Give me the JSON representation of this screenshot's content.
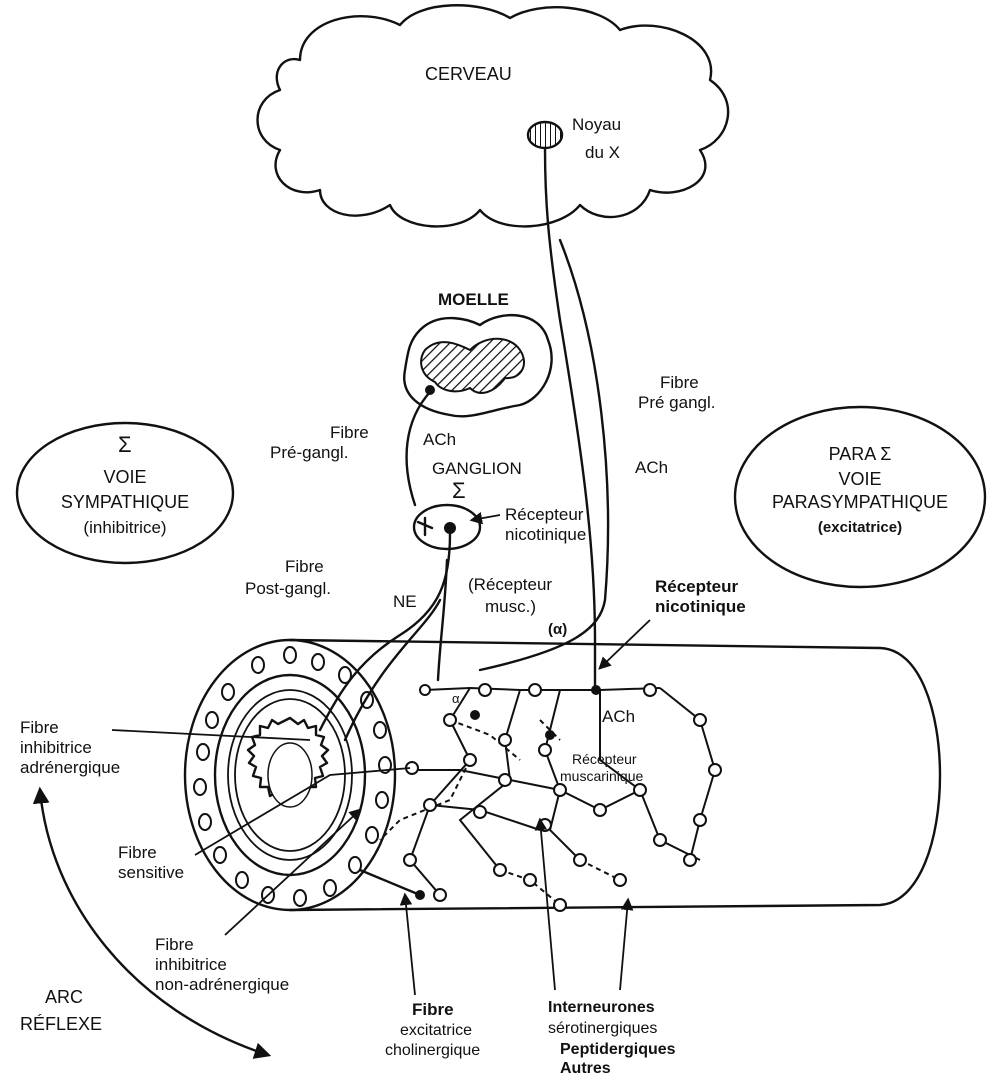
{
  "labels": {
    "cerveau": "CERVEAU",
    "noyau_line1": "Noyau",
    "noyau_line2": "du X",
    "moelle": "MOELLE",
    "fibre_pre_gangl_left_line1": "Fibre",
    "fibre_pre_gangl_left_line2": "Pré-gangl.",
    "ach_left": "ACh",
    "ganglion": "GANGLION",
    "recepteur_nicotinique_left_line1": "Récepteur",
    "recepteur_nicotinique_left_line2": "nicotinique",
    "fibre_post_gangl_line1": "Fibre",
    "fibre_post_gangl_line2": "Post-gangl.",
    "ne": "NE",
    "recepteur_musc_line1": "(Récepteur",
    "recepteur_musc_line2": "musc.)",
    "alpha_paren": "(α)",
    "alpha": "α",
    "fibre_pre_gangl_right_line1": "Fibre",
    "fibre_pre_gangl_right_line2": "Pré gangl.",
    "ach_right": "ACh",
    "recepteur_nicotinique_right_line1": "Récepteur",
    "recepteur_nicotinique_right_line2": "nicotinique",
    "ach_inside": "ACh",
    "recepteur_muscarinique_line1": "Récepteur",
    "recepteur_muscarinique_line2": "muscarinique",
    "fibre_inhibitrice_adrenergique_line1": "Fibre",
    "fibre_inhibitrice_adrenergique_line2": "inhibitrice",
    "fibre_inhibitrice_adrenergique_line3": "adrénergique",
    "fibre_sensitive_line1": "Fibre",
    "fibre_sensitive_line2": "sensitive",
    "fibre_non_adrenergique_line1": "Fibre",
    "fibre_non_adrenergique_line2": "inhibitrice",
    "fibre_non_adrenergique_line3": "non-adrénergique",
    "arc_reflexe_line1": "ARC",
    "arc_reflexe_line2": "RÉFLEXE",
    "fibre_excitatrice_line1": "Fibre",
    "fibre_excitatrice_line2": "excitatrice",
    "fibre_excitatrice_line3": "cholinergique",
    "interneurones_line1": "Interneurones",
    "interneurones_line2": "sérotinergiques",
    "interneurones_line3": "Peptidergiques",
    "interneurones_line4": "Autres"
  },
  "sympathique": {
    "symbol": "Σ",
    "line1": "VOIE",
    "line2": "SYMPATHIQUE",
    "line3": "(inhibitrice)"
  },
  "parasympathique": {
    "line1": "PARA Σ",
    "line2": "VOIE",
    "line3": "PARASYMPATHIQUE",
    "line4": "(excitatrice)"
  },
  "ganglion_symbol": "Σ"
}
